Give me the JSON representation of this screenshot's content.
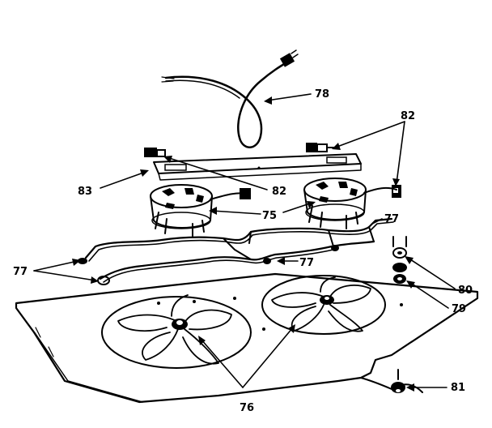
{
  "parts": {
    "power_cord": "78",
    "bracket_screw": "82",
    "mounting_bracket": "83",
    "fan_motor": "75",
    "wire_harness": "77",
    "washer": "80",
    "nut": "79",
    "grommet": "81",
    "fan_blade": "76"
  },
  "colors": {
    "ink": "#000000",
    "paper": "#ffffff"
  }
}
